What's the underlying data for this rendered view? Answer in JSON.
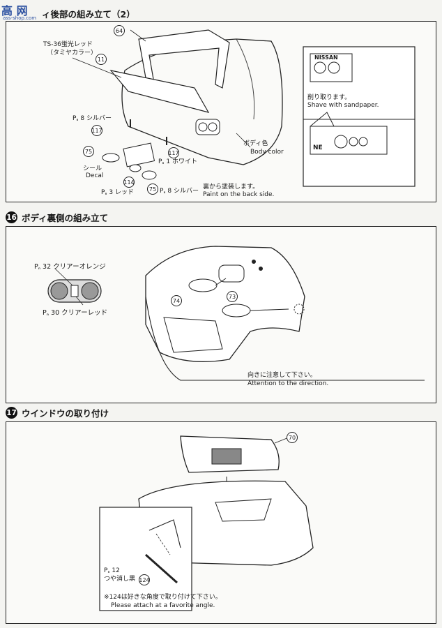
{
  "logo": {
    "text": "高 网",
    "sub": "ass-shop.com"
  },
  "sections": [
    {
      "num": "",
      "title": "ィ後部の組み立て（2）"
    },
    {
      "num": "16",
      "title": "ボディ裏側の組み立て"
    },
    {
      "num": "17",
      "title": "ウインドウの取り付け"
    }
  ],
  "step15": {
    "part_64": "64",
    "paint_ts36_line1": "TS-36蛍光レッド",
    "paint_ts36_line2": "（タミヤカラー）",
    "part_11": "11",
    "silver_top": "P₏ 8 シルバー",
    "part_117a": "117",
    "part_75a": "75",
    "part_117b": "117",
    "white": "P₏ 1 ホワイト",
    "decal_jp": "シール",
    "decal_en": "Decal",
    "part_114": "114",
    "red": "P₏ 3 レッド",
    "part_75b": "75",
    "silver_bottom": "P₏ 8 シルバー",
    "backside_jp": "裏から塗装します。",
    "backside_en": "Paint on the back side.",
    "body_color_jp": "ボディ色",
    "body_color_en": "Body color",
    "nissan": "NISSAN",
    "shave_jp": "削り取ります。",
    "shave_en": "Shave with sandpaper.",
    "ne": "NE"
  },
  "step16": {
    "clear_orange": "P₏ 32 クリアーオレンジ",
    "clear_red": "P₏ 30 クリアーレッド",
    "part_74": "74",
    "part_73": "73",
    "direction_jp": "向きに注意して下さい。",
    "direction_en": "Attention to the direction."
  },
  "step17": {
    "part_70": "70",
    "flat_black_code": "P₏ 12",
    "flat_black": "つや消し黒",
    "part_124": "124",
    "note_jp": "※124は好きな角度で取り付けて下さい。",
    "note_en": "Please attach at a favorite angle."
  }
}
